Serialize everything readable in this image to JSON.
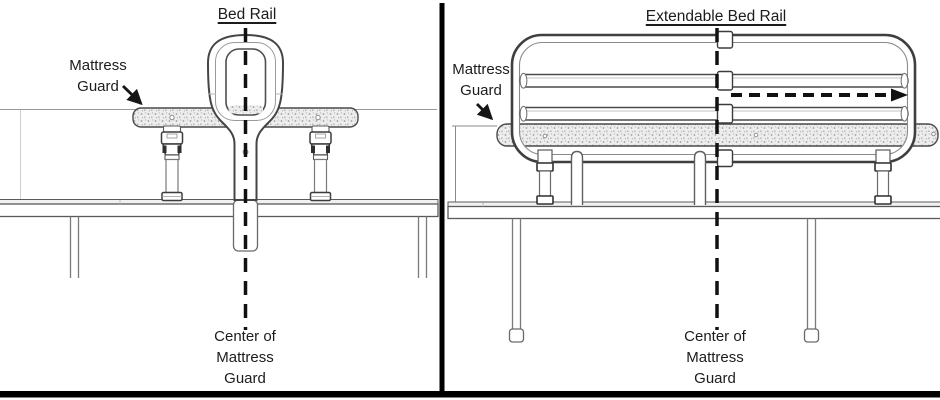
{
  "panels": [
    {
      "id": "bed-rail",
      "title": "Bed Rail",
      "guard_label_line1": "Mattress",
      "guard_label_line2": "Guard",
      "center_line1": "Center of",
      "center_line2": "Mattress",
      "center_line3": "Guard"
    },
    {
      "id": "extendable-bed-rail",
      "title": "Extendable Bed Rail",
      "guard_label_line1": "Mattress",
      "guard_label_line2": "Guard",
      "center_line1": "Center of",
      "center_line2": "Mattress",
      "center_line3": "Guard"
    }
  ],
  "icons": {
    "left_guard_arrow": "arrow-down-right",
    "right_guard_arrow": "arrow-down-right",
    "extension_arrow": "dashed-arrow-right",
    "centerline": "dashed-vertical-line"
  },
  "colors": {
    "line_dark": "#3f3f3f",
    "line_mid": "#6a6a6a",
    "line_light": "#9a9a9a",
    "text": "#1c1c1c",
    "guard_fill": "#ededed",
    "guard_stipple": "#9e9e9e",
    "divider": "#000000",
    "background": "#ffffff"
  }
}
